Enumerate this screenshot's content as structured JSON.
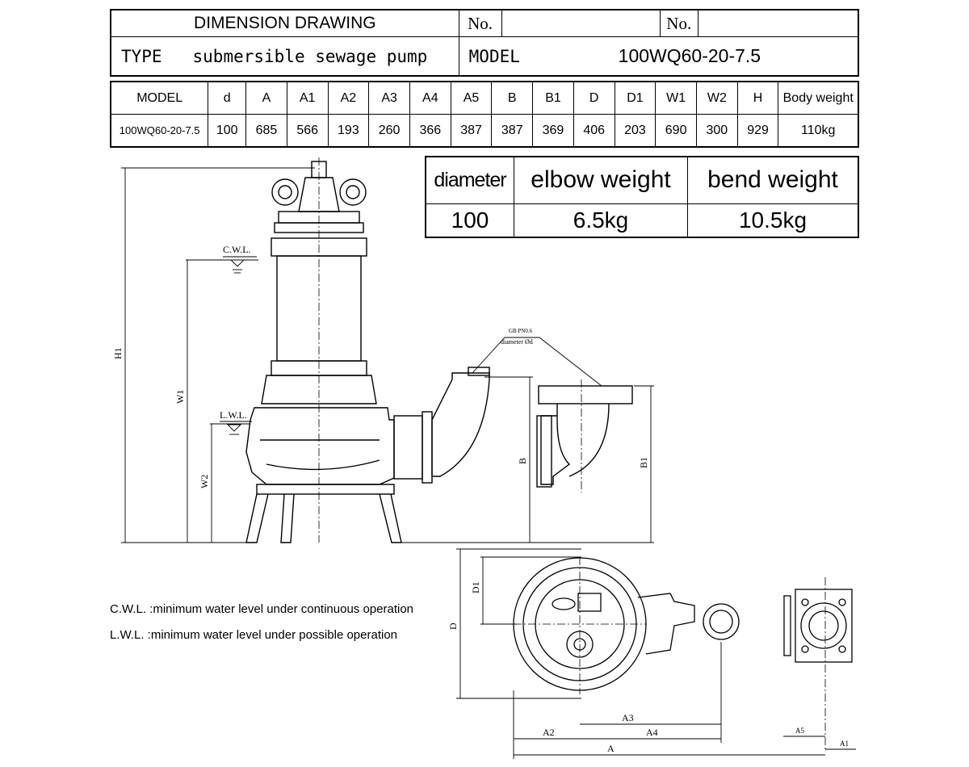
{
  "header": {
    "title": "DIMENSION DRAWING",
    "no_label_1": "No.",
    "no_value_1": "",
    "no_label_2": "No.",
    "no_value_2": "",
    "type_label": "TYPE",
    "type_value": "submersible sewage pump",
    "model_label": "MODEL",
    "model_value": "100WQ60-20-7.5"
  },
  "dimensions_table": {
    "columns": [
      "MODEL",
      "d",
      "A",
      "A1",
      "A2",
      "A3",
      "A4",
      "A5",
      "B",
      "B1",
      "D",
      "D1",
      "W1",
      "W2",
      "H",
      "Body weight"
    ],
    "row": [
      "100WQ60-20-7.5",
      "100",
      "685",
      "566",
      "193",
      "260",
      "366",
      "387",
      "387",
      "369",
      "406",
      "203",
      "690",
      "300",
      "929",
      "110kg"
    ]
  },
  "weight_table": {
    "columns": [
      "diameter",
      "elbow weight",
      "bend weight"
    ],
    "row": [
      "100",
      "6.5kg",
      "10.5kg"
    ]
  },
  "drawing": {
    "cwl": "C.W.L.",
    "lwl": "L.W.L.",
    "h1": "H1",
    "w1": "W1",
    "w2": "W2",
    "b": "B",
    "b1": "B1",
    "d": "D",
    "d1": "D1",
    "a": "A",
    "a1": "A1",
    "a2": "A2",
    "a3": "A3",
    "a4": "A4",
    "a5": "A5",
    "flange_std": "GB PN0.6",
    "flange_dia": "diameter  Ød"
  },
  "notes": {
    "cwl_note": "C.W.L. :minimum water level under continuous operation",
    "lwl_note": "L.W.L. :minimum water level under possible operation"
  }
}
